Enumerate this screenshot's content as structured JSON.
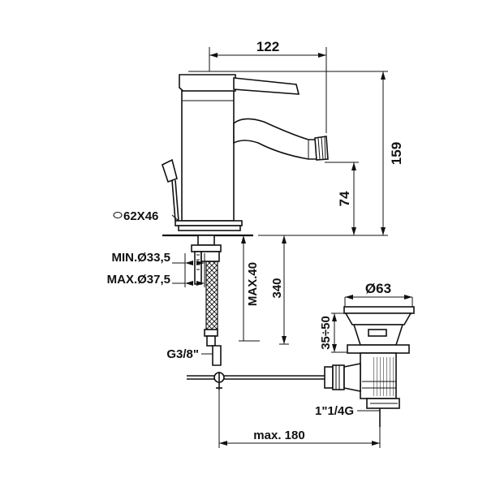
{
  "dimensions": {
    "width_top": "122",
    "height_total": "159",
    "spout_height": "74",
    "base": "62X46",
    "hole_min": "MIN.Ø33,5",
    "hole_max": "MAX.Ø37,5",
    "deck_max": "MAX.40",
    "hose_length": "340",
    "connection": "G3/8\"",
    "waste_diameter": "Ø63",
    "waste_stroke": "35÷50",
    "waste_thread": "1\"1/4G",
    "rod_max": "max. 180"
  },
  "icons": {
    "base_ellipse": "oval-icon"
  }
}
